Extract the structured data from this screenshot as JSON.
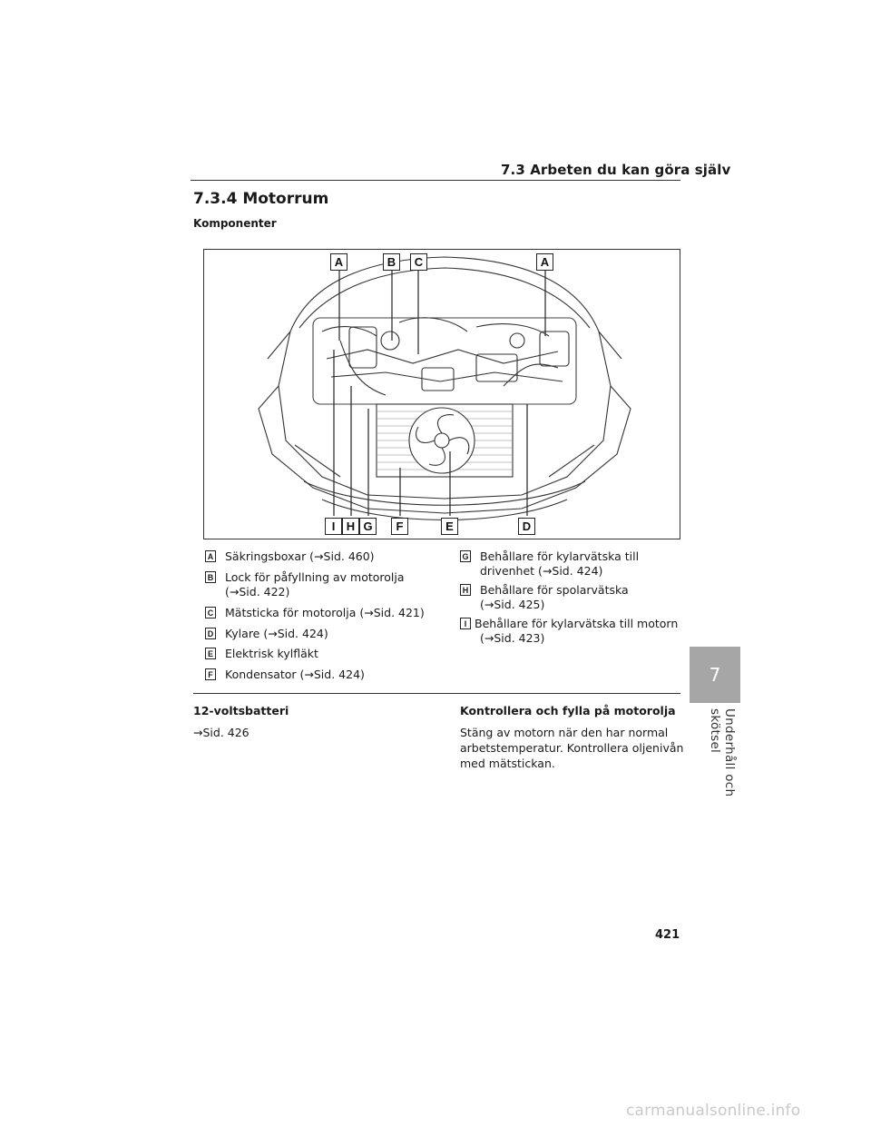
{
  "header": {
    "section": "7.3  Arbeten du kan göra själv"
  },
  "title": "7.3.4  Motorrum",
  "subtitle": "Komponenter",
  "figure": {
    "callouts_top": [
      "A",
      "B",
      "C",
      "A"
    ],
    "callouts_bottom": [
      "I",
      "H",
      "G",
      "F",
      "E",
      "D"
    ]
  },
  "legend_left": [
    {
      "key": "A",
      "line1": "Säkringsboxar (→Sid. 460)",
      "line2": ""
    },
    {
      "key": "B",
      "line1": "Lock för påfyllning av motorolja",
      "line2": "(→Sid. 422)"
    },
    {
      "key": "C",
      "line1": "Mätsticka för motorolja (→Sid. 421)",
      "line2": ""
    },
    {
      "key": "D",
      "line1": "Kylare (→Sid. 424)",
      "line2": ""
    },
    {
      "key": "E",
      "line1": "Elektrisk kylfläkt",
      "line2": ""
    },
    {
      "key": "F",
      "line1": "Kondensator (→Sid. 424)",
      "line2": ""
    }
  ],
  "legend_right": [
    {
      "key": "G",
      "line1": "Behållare för kylarvätska till",
      "line2": "drivenhet (→Sid. 424)"
    },
    {
      "key": "H",
      "line1": "Behållare för spolarvätska",
      "line2": "(→Sid. 425)"
    },
    {
      "key": "I",
      "line1": "Behållare för kylarvätska till motorn",
      "line2": "(→Sid. 423)"
    }
  ],
  "battery": {
    "heading": "12-voltsbatteri",
    "ref": "→Sid. 426"
  },
  "oil": {
    "heading": "Kontrollera och fylla på motorolja",
    "lines": [
      "Stäng av motorn när den har normal",
      "arbetstemperatur. Kontrollera oljenivån",
      "med mätstickan."
    ]
  },
  "side": {
    "chapter": "7",
    "label": "Underhåll och skötsel"
  },
  "page_number": "421",
  "watermark": "carmanualsonline.info"
}
